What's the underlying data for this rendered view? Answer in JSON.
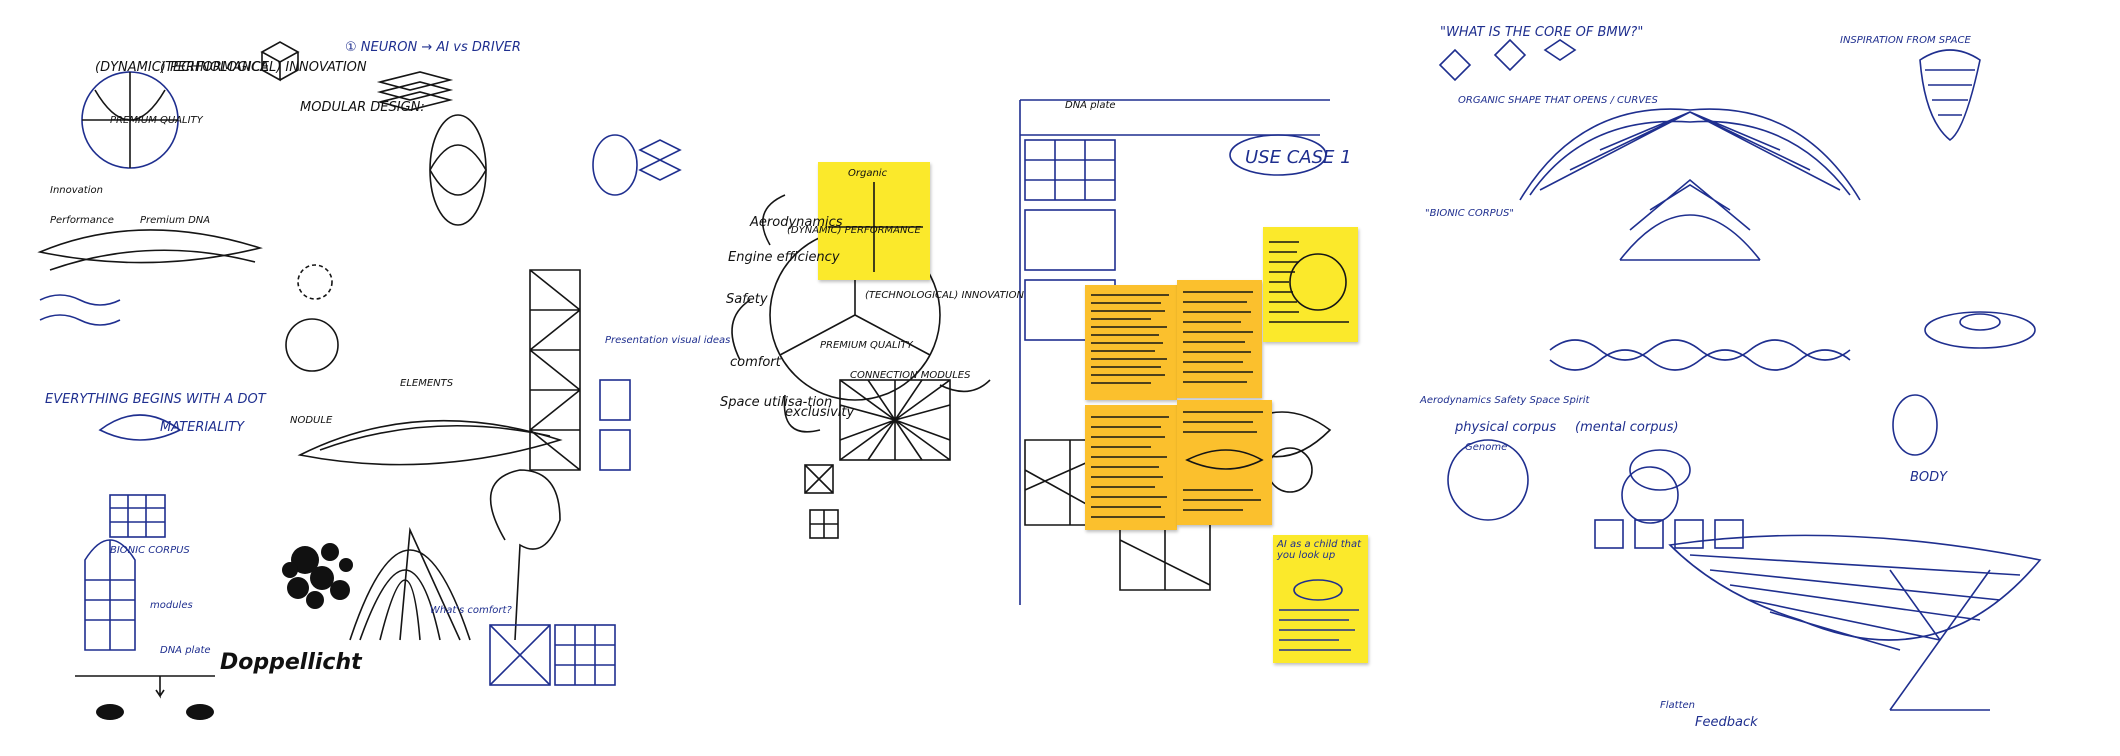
{
  "left_sheet": {
    "notes": {
      "dynamic_performance": "(DYNAMIC) PERFORMANCE",
      "technological_innovation": "(TECHNOLOGICAL) INNOVATION",
      "premium_quality": "PREMIUM QUALITY",
      "innovation": "Innovation",
      "performance": "Performance",
      "premium_dna": "Premium DNA",
      "driver_ai": "① NEURON → AI vs DRIVER",
      "modular_design": "MODULAR DESIGN:",
      "everything_begins": "EVERYTHING BEGINS WITH A DOT",
      "materiality": "MATERIALITY",
      "presentation": "Presentation visual ideas",
      "bionic_corpus": "BIONIC CORPUS",
      "modules": "modules",
      "dna_plate": "DNA plate",
      "doppel": "Doppellicht",
      "nodule": "NODULE",
      "molecule_elements": "ELEMENTS",
      "what_is_comfort": "What's comfort?"
    }
  },
  "middle_sheet": {
    "notes": {
      "dynamic_performance": "(DYNAMIC) PERFORMANCE",
      "technological_innovation": "(TECHNOLOGICAL) INNOVATION",
      "premium_quality": "PREMIUM QUALITY",
      "aerodynamics": "Aerodynamics",
      "engine_efficiency": "Engine efficiency",
      "safety": "Safety",
      "comfort": "comfort",
      "space_utilisation": "Space utilisa-tion",
      "exclusivity": "exclusivity",
      "connection_modules": "CONNECTION MODULES",
      "use_case": "USE CASE 1",
      "dna_plate": "DNA plate",
      "sticky_orange_title": "Organic",
      "sticky_blue_note": "AI as a child that you look up"
    }
  },
  "right_sheet": {
    "notes": {
      "core_question": "\"WHAT IS THE CORE OF BMW?\"",
      "inspiration": "INSPIRATION FROM SPACE",
      "organic_shape": "ORGANIC SHAPE THAT OPENS / CURVES",
      "bionic_corpus": "\"BIONIC CORPUS\"",
      "genome": "Genome",
      "physical_corpus": "physical corpus",
      "mental_corpus": "(mental corpus)",
      "body": "BODY",
      "feedback": "Feedback",
      "flatten": "Flatten",
      "aerodynamics": "Aerodynamics Safety Space Spirit"
    }
  }
}
